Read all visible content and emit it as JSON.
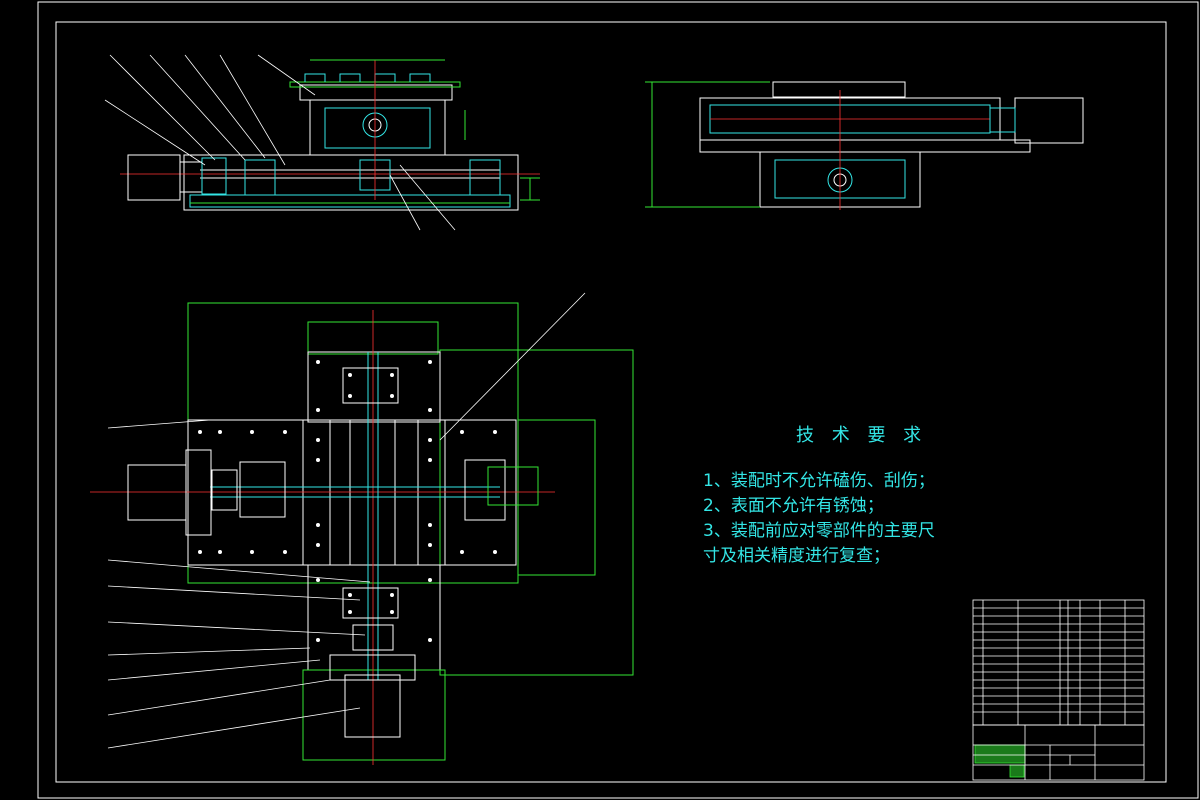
{
  "colors": {
    "background": "#000000",
    "frame": "#ffffff",
    "outline": "#ffffff",
    "section": "#33e6e6",
    "hatch": "#33e633",
    "center": "#ff3333",
    "dimension": "#33e633",
    "leader": "#ffffff",
    "title_fill": "#1a7a1a",
    "text": "#33e6e6"
  },
  "technical_requirements": {
    "title": "技 术 要 求",
    "items": [
      "1、装配时不允许磕伤、刮伤；",
      "2、表面不允许有锈蚀；",
      "3、装配前应对零部件的主要尺",
      "寸及相关精度进行复查；"
    ]
  }
}
